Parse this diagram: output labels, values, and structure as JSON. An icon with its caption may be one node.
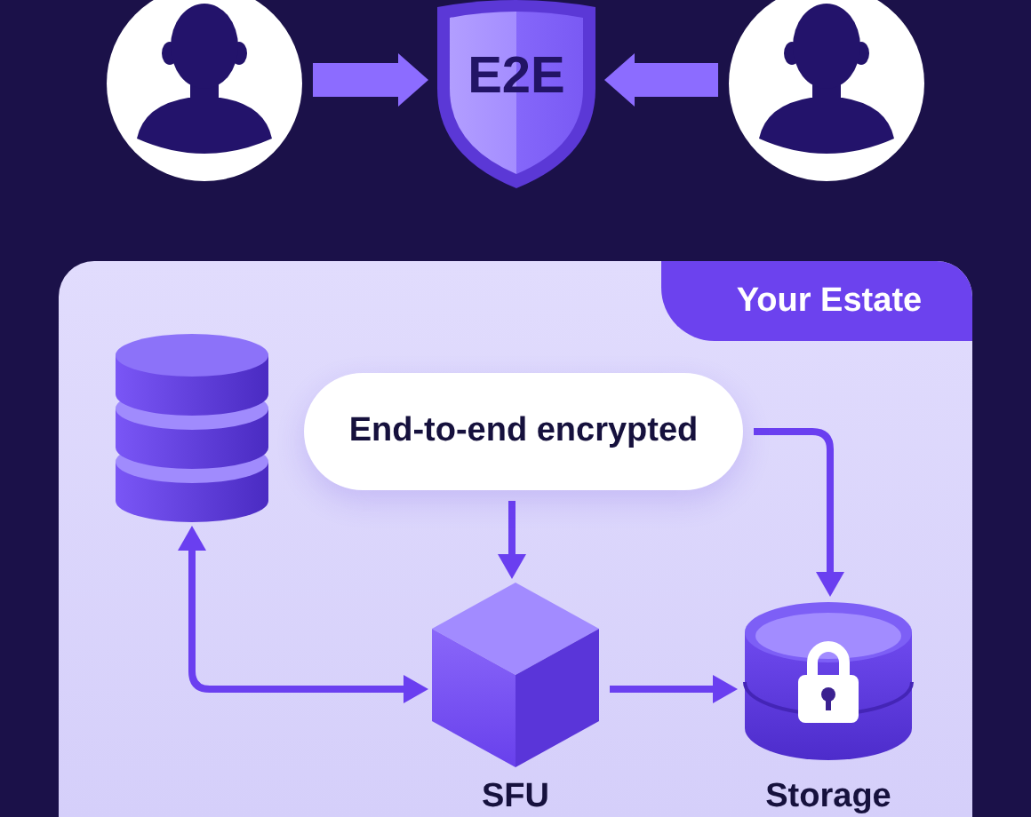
{
  "diagram": {
    "nodes": [
      {
        "text": [],
        "shape": "person"
      },
      {
        "text": [
          "E2E"
        ]
      },
      {
        "text": [],
        "shape": "person"
      },
      {
        "text": [
          "Your Estate"
        ]
      },
      {
        "text": [],
        "shape": "cylinder",
        "in": 3
      },
      {
        "text": [
          "End-to-end encrypted"
        ],
        "in": 3
      },
      {
        "text": [
          "SFU"
        ],
        "in": 3
      },
      {
        "text": [
          "Storage"
        ],
        "in": 3
      }
    ],
    "edges": [
      {
        "from": 0,
        "to": 1,
        "arrow": "to",
        "style": "thick",
        "color": "#8c6cff"
      },
      {
        "from": 2,
        "to": 1,
        "arrow": "to",
        "style": "thick",
        "color": "#8c6cff"
      },
      {
        "from": 5,
        "to": 6,
        "arrow": "to"
      },
      {
        "from": 5,
        "to": 7,
        "arrow": "to"
      },
      {
        "from": 6,
        "to": 7,
        "arrow": "to"
      },
      {
        "from": 4,
        "to": 6,
        "arrow": "both"
      }
    ]
  }
}
